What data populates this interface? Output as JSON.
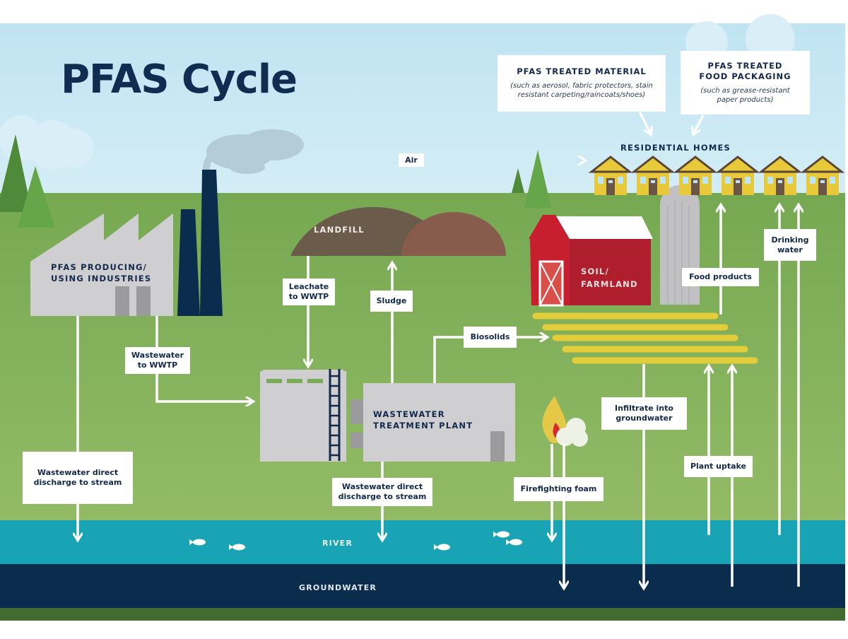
{
  "title": "PFAS Cycle",
  "info_boxes": [
    {
      "heading": "PFAS TREATED MATERIAL",
      "subtext": "(such as aerosol, fabric protectors, stain\nresistant carpeting/raincoats/shoes)"
    },
    {
      "heading": "PFAS TREATED\nFOOD PACKAGING",
      "subtext": "(such as grease-resistant\npaper products)"
    }
  ],
  "places": {
    "residential": "RESIDENTIAL HOMES",
    "industries": "PFAS PRODUCING/\nUSING INDUSTRIES",
    "landfill": "LANDFILL",
    "farmland": "SOIL/\nFARMLAND",
    "wwtp": "WASTEWATER\nTREATMENT PLANT",
    "river": "RIVER",
    "groundwater": "GROUNDWATER"
  },
  "flows": {
    "air": "Air",
    "leachate": "Leachate\nto WWTP",
    "sludge": "Sludge",
    "biosolids": "Biosolids",
    "wastewater_to_wwtp": "Wastewater\nto WWTP",
    "discharge_left": "Wastewater direct\ndischarge to stream",
    "discharge_center": "Wastewater direct\ndischarge to stream",
    "firefighting": "Firefighting foam",
    "infiltrate": "Infiltrate into\ngroundwater",
    "plant_uptake": "Plant uptake",
    "food_products": "Food products",
    "drinking_water": "Drinking\nwater"
  },
  "colors": {
    "sky": "#c9e8f3",
    "grass": "#7aab56",
    "river": "#18a4b5",
    "groundwater": "#0b2d4d",
    "navy": "#13294b",
    "barn": "#b01f2e",
    "house": "#e8c93a"
  }
}
